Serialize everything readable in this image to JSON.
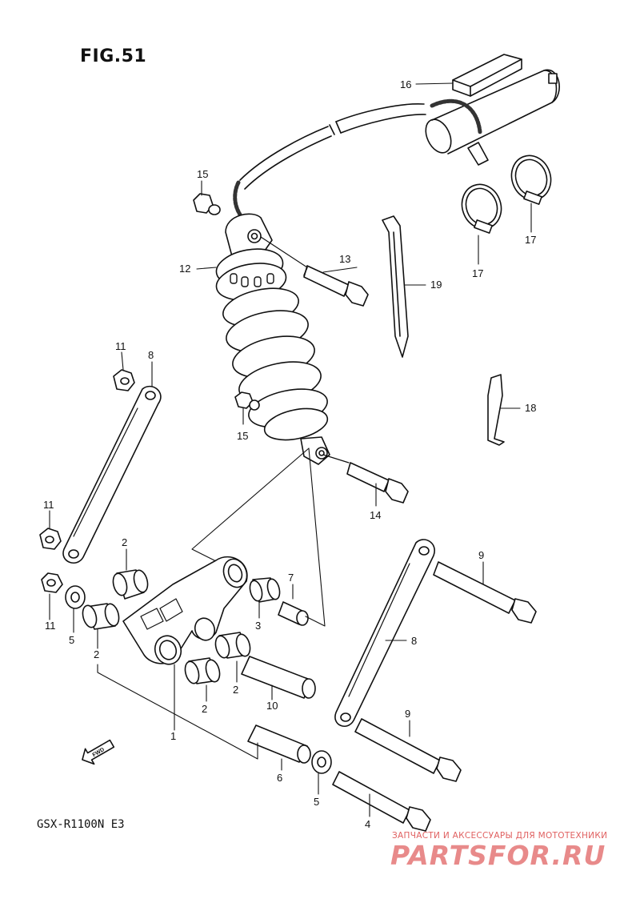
{
  "figure": {
    "title": "FIG.51"
  },
  "model_code": "GSX-R1100N E3",
  "fwd_label": "FWD",
  "watermark": {
    "tagline": "ЗАПЧАСТИ И АКСЕССУАРЫ ДЛЯ МОТОТЕХНИКИ",
    "brand": "PARTSFOR.RU"
  },
  "callouts": {
    "c16": "16",
    "c15a": "15",
    "c17a": "17",
    "c17b": "17",
    "c12": "12",
    "c13": "13",
    "c19": "19",
    "c11a": "11",
    "c8a": "8",
    "c15b": "15",
    "c18": "18",
    "c14": "14",
    "c11b": "11",
    "c2a": "2",
    "c7": "7",
    "c9a": "9",
    "c11c": "11",
    "c3": "3",
    "c5a": "5",
    "c2b": "2",
    "c8b": "8",
    "c2c": "2",
    "c10": "10",
    "c2d": "2",
    "c1": "1",
    "c9b": "9",
    "c6": "6",
    "c5b": "5",
    "c4": "4"
  }
}
